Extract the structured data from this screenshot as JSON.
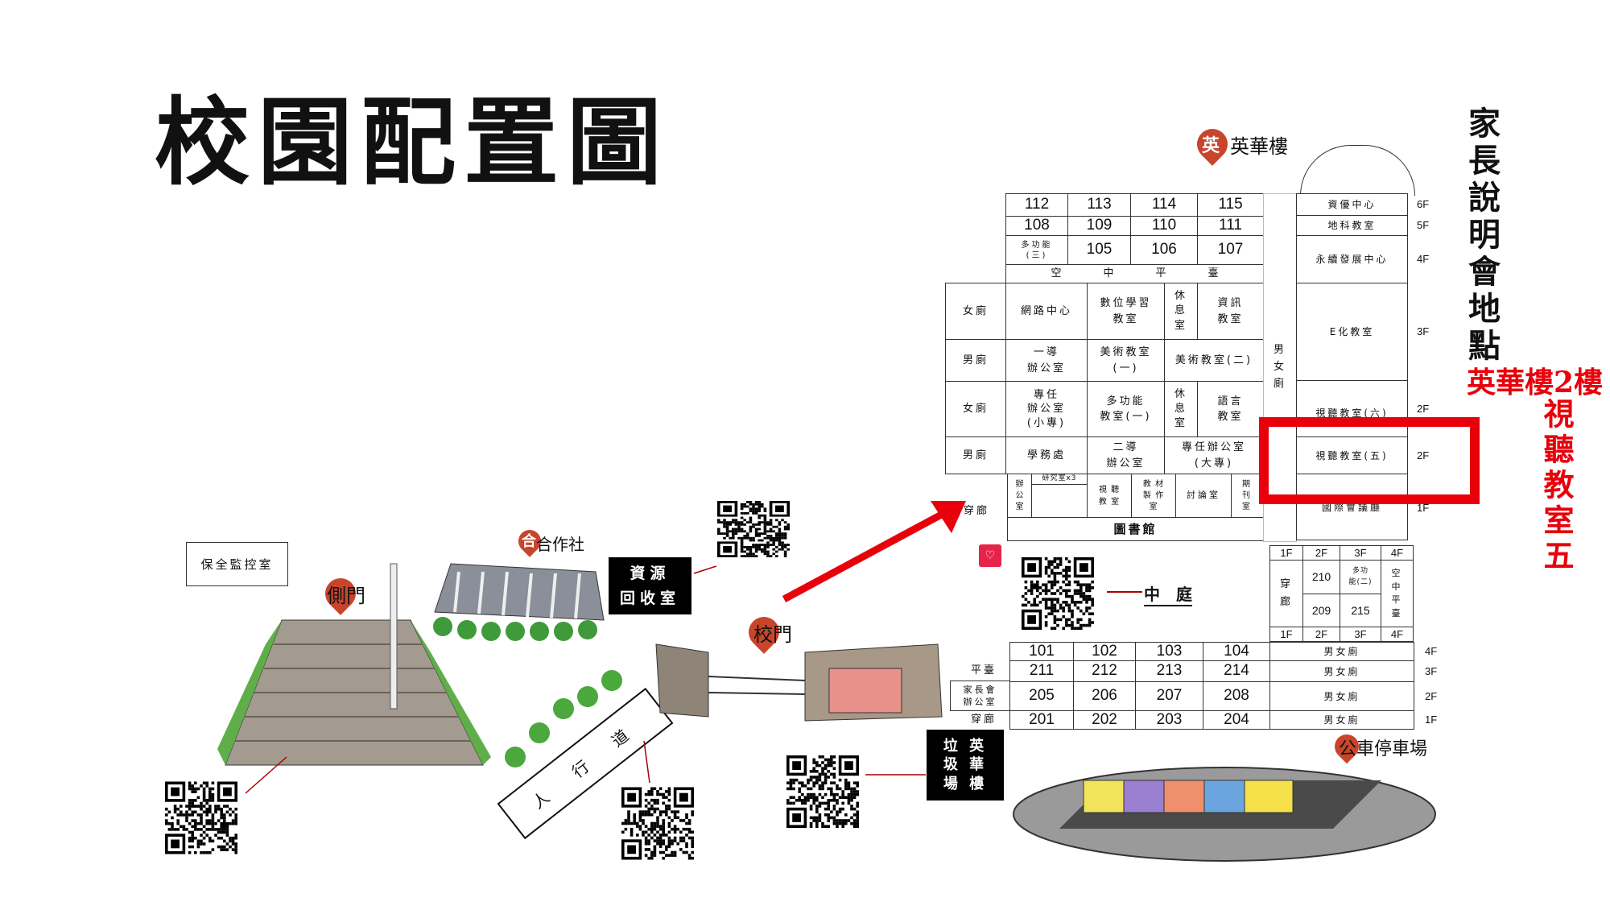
{
  "title": "校園配置圖",
  "notice": {
    "heading": "家長說明會地點",
    "location": "英華樓2樓",
    "room": "視聽教室五"
  },
  "colors": {
    "accent_red": "#e8000b",
    "pin": "#c8452c"
  },
  "landmarks": {
    "yinghua": "英華樓",
    "coop": "合作社",
    "side_gate": "側門",
    "main_gate": "校門",
    "bus": "公車停車場",
    "security": "保全監控室",
    "recycle": "資源\n回收室",
    "trash": "垃 英\n圾 華\n場 樓",
    "walkway": "人 行 道",
    "courtyard": "中　庭"
  },
  "upper": {
    "r1": [
      "112",
      "113",
      "114",
      "115"
    ],
    "r2": [
      "108",
      "109",
      "110",
      "111"
    ],
    "r3": [
      "多功能\n(三)",
      "105",
      "106",
      "107"
    ],
    "platform": "空　　　　中　　　　平　　　　臺",
    "r5": [
      "女廁",
      "網路中心",
      "數位學習\n教室",
      "休\n息\n室",
      "資訊\n教室"
    ],
    "r6": [
      "男廁",
      "一導\n辦公室",
      "美術教室\n(一)",
      "美術教室(二)"
    ],
    "r7": [
      "女廁",
      "專任\n辦公室\n(小專)",
      "多功能\n教室(一)",
      "休\n息\n室",
      "語言\n教室"
    ],
    "r8": [
      "男廁",
      "學務處",
      "二導\n辦公室",
      "專任辦公室\n(大專)"
    ],
    "r9": [
      "穿廊",
      "辦\n公\n室",
      "研究室x3",
      "視 聽\n教 室",
      "教 材\n製 作\n室",
      "討論室",
      "期\n刊\n室"
    ],
    "library": "圖書館",
    "restroom": "男\n女\n廁",
    "right": [
      "資優中心",
      "地科教室",
      "永續發展中心",
      "E化教室",
      "視聽教室(六)",
      "視聽教室(五)",
      "國際會議廳"
    ],
    "floors": [
      "6F",
      "5F",
      "4F",
      "3F",
      "2F",
      "2F",
      "1F"
    ]
  },
  "middle": {
    "floors": [
      "1F",
      "2F",
      "3F",
      "4F"
    ],
    "corridor": "穿\n廊",
    "cells": [
      "210",
      "多功\n能(二)",
      "209",
      "215"
    ],
    "platform": "空\n中\n平\n臺"
  },
  "lower": {
    "rows": [
      {
        "label": "",
        "rooms": [
          "101",
          "102",
          "103",
          "104"
        ],
        "restroom": "男女廁",
        "floor": "4F"
      },
      {
        "label": "平臺",
        "rooms": [
          "211",
          "212",
          "213",
          "214"
        ],
        "restroom": "男女廁",
        "floor": "3F"
      },
      {
        "label": "家長會\n辦公室",
        "rooms": [
          "205",
          "206",
          "207",
          "208"
        ],
        "restroom": "男女廁",
        "floor": "2F"
      },
      {
        "label": "穿廊",
        "rooms": [
          "201",
          "202",
          "203",
          "204"
        ],
        "restroom": "男女廁",
        "floor": "1F"
      }
    ]
  }
}
